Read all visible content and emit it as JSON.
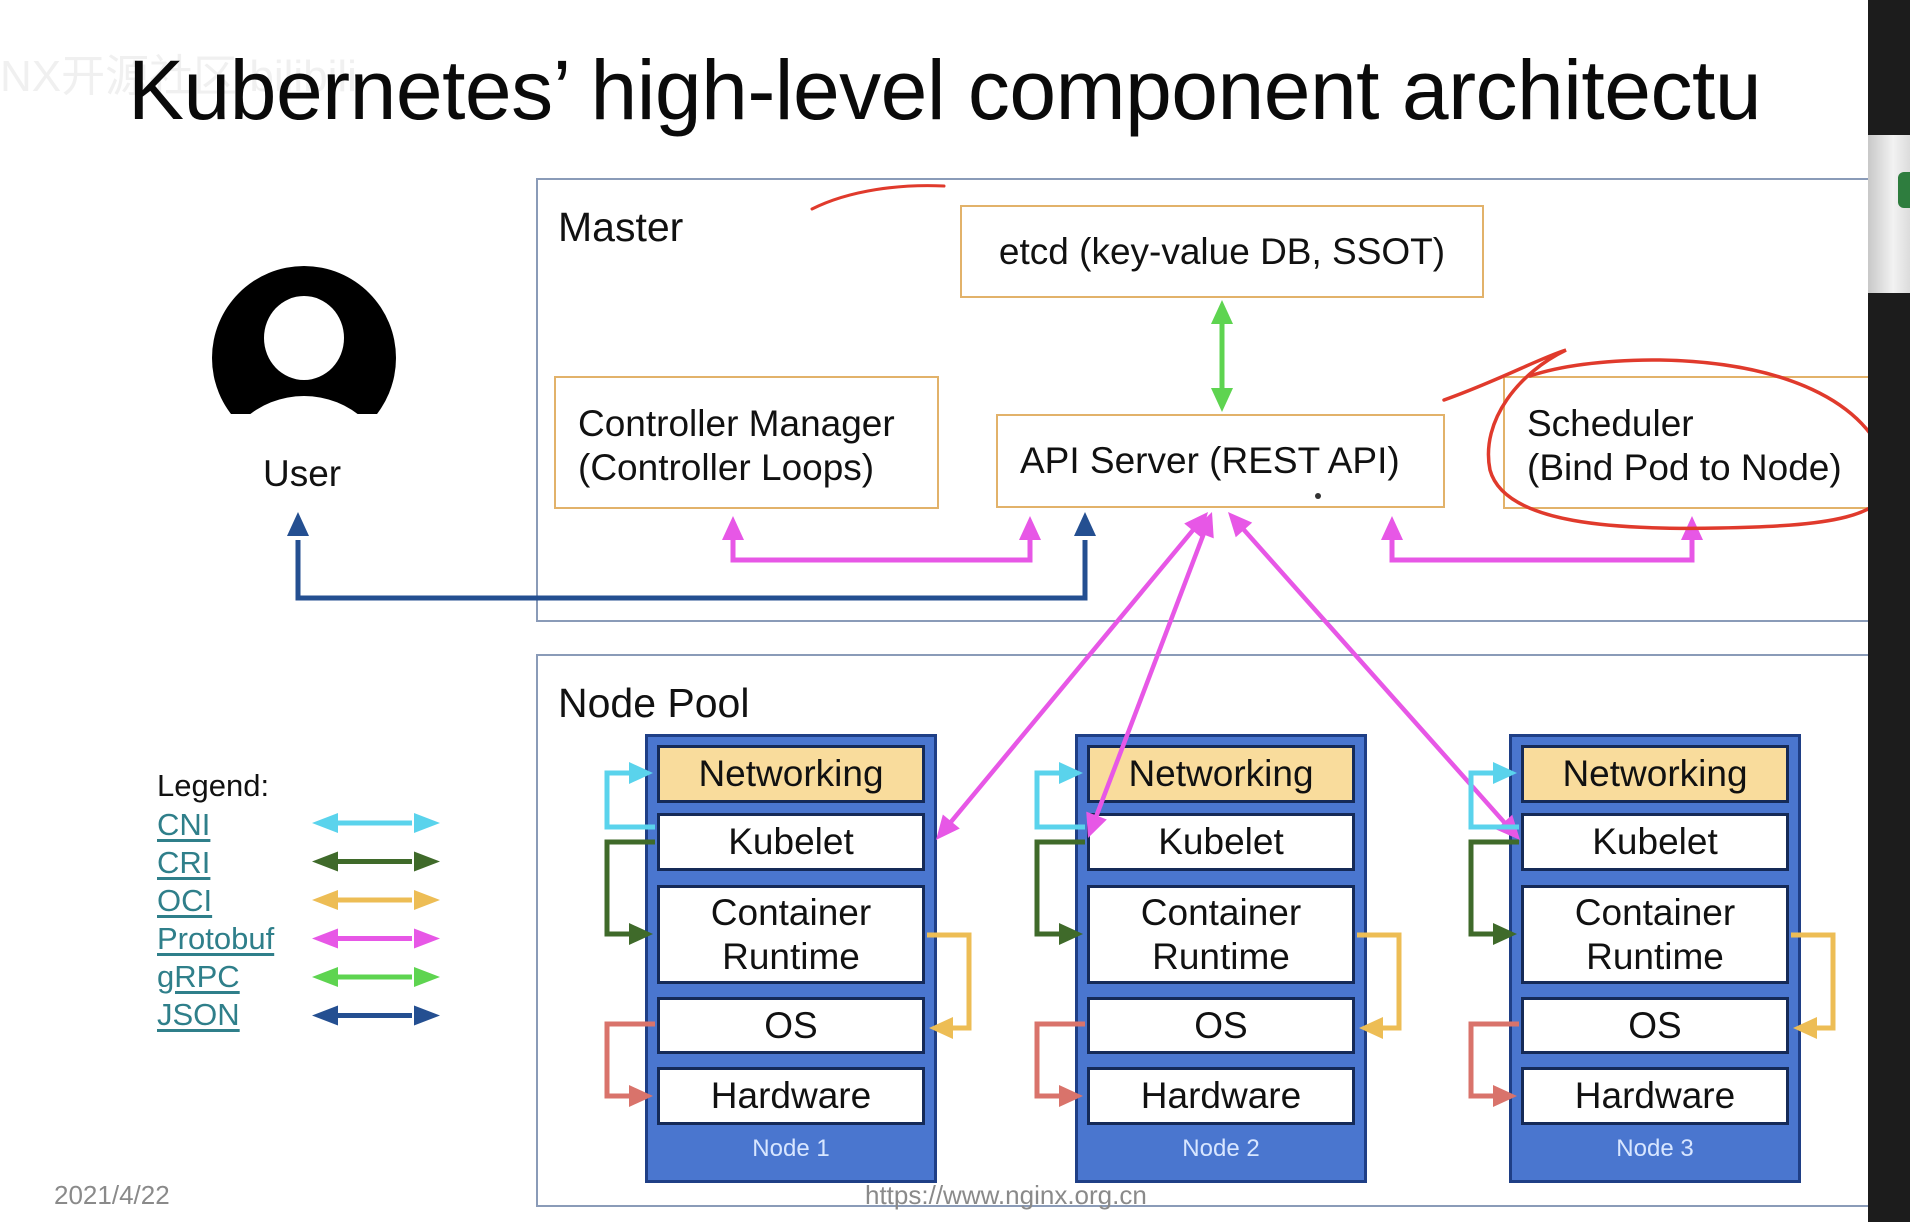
{
  "slide": {
    "title": "Kubernetes’ high-level component architectu",
    "watermark": "NX开源社区 bilibili",
    "date": "2021/4/22",
    "source_url": "https://www.nginx.org.cn"
  },
  "user": {
    "label": "User",
    "icon": "user-avatar-icon"
  },
  "master": {
    "label": "Master",
    "components": {
      "etcd": "etcd (key-value DB, SSOT)",
      "controller_manager": [
        "Controller Manager",
        "(Controller Loops)"
      ],
      "api_server": "API Server (REST API)",
      "scheduler": [
        "Scheduler",
        "(Bind Pod to Node)"
      ]
    }
  },
  "node_pool": {
    "label": "Node Pool",
    "nodes": [
      {
        "name": "Node 1",
        "layers": [
          "Networking",
          "Kubelet",
          "Container Runtime",
          "OS",
          "Hardware"
        ]
      },
      {
        "name": "Node 2",
        "layers": [
          "Networking",
          "Kubelet",
          "Container Runtime",
          "OS",
          "Hardware"
        ]
      },
      {
        "name": "Node 3",
        "layers": [
          "Networking",
          "Kubelet",
          "Container Runtime",
          "OS",
          "Hardware"
        ]
      }
    ]
  },
  "legend": {
    "title": "Legend:",
    "items": [
      {
        "label": "CNI",
        "color": "#5ad3ec"
      },
      {
        "label": "CRI",
        "color": "#3f6a2a"
      },
      {
        "label": "OCI",
        "color": "#edbd55"
      },
      {
        "label": "Protobuf",
        "color": "#e757e6"
      },
      {
        "label": "gRPC",
        "color": "#5ed450"
      },
      {
        "label": "JSON",
        "color": "#244f91"
      }
    ]
  },
  "colors": {
    "hw_link": "#d9736b",
    "annotation": "#e03a2c",
    "component_border": "#e2b26a",
    "node_fill": "#4a76cf",
    "networking_fill": "#f9dc9c"
  }
}
